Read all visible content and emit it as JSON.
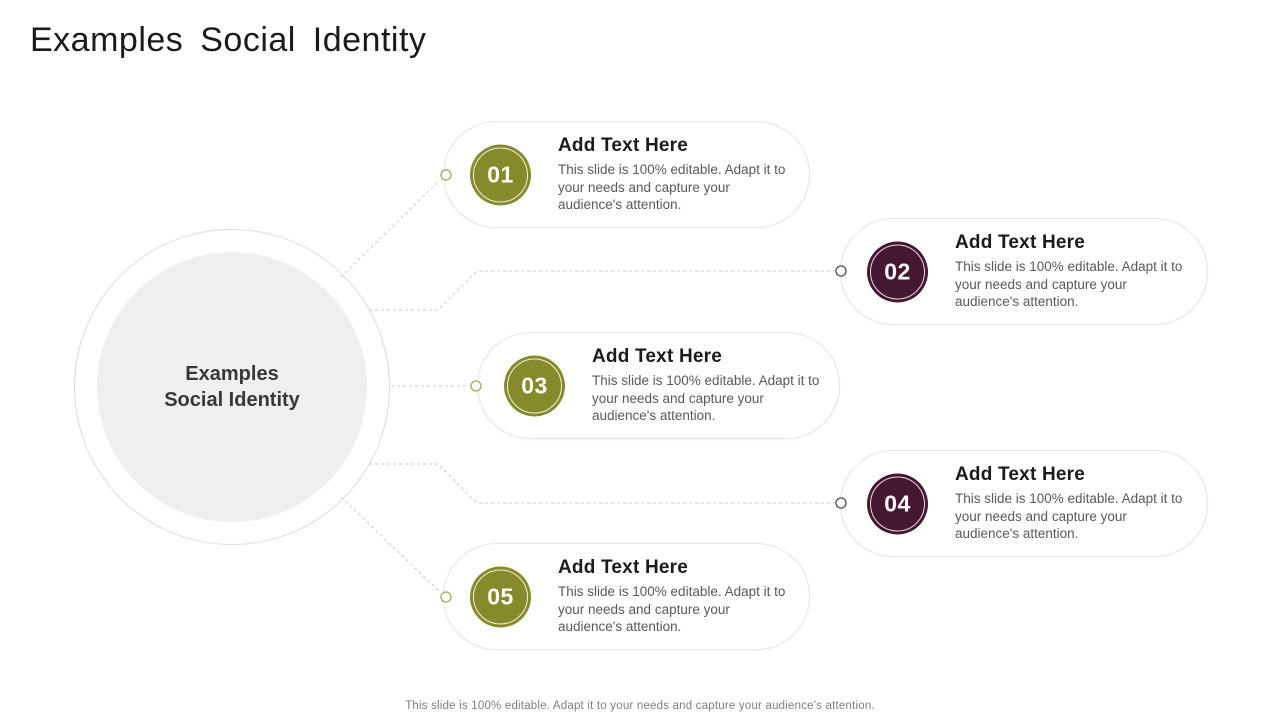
{
  "slide": {
    "title": "Examples Social Identity",
    "center_circle": {
      "line1": "Examples",
      "line2": "Social Identity"
    },
    "footer": "This slide is 100% editable. Adapt it to your needs and capture your audience's attention.",
    "colors": {
      "olive": "#878a2a",
      "plum": "#461731",
      "olive_node": "#a3a85c",
      "gray_node": "#4d4d4d",
      "connector": "#c8c8c8"
    },
    "items": [
      {
        "number": "01",
        "heading": "Add Text Here",
        "body": "This slide is 100% editable. Adapt it to your needs and capture your audience's attention.",
        "accent": "olive"
      },
      {
        "number": "02",
        "heading": "Add Text Here",
        "body": "This slide is 100% editable. Adapt it to your needs and capture your audience's attention.",
        "accent": "plum"
      },
      {
        "number": "03",
        "heading": "Add Text Here",
        "body": "This slide is 100% editable. Adapt it to your needs and capture your audience's attention.",
        "accent": "olive"
      },
      {
        "number": "04",
        "heading": "Add Text Here",
        "body": "This slide is 100% editable. Adapt it to your needs and capture your audience's attention.",
        "accent": "plum"
      },
      {
        "number": "05",
        "heading": "Add Text Here",
        "body": "This slide is 100% editable. Adapt it to your needs and capture your audience's attention.",
        "accent": "olive"
      }
    ]
  }
}
